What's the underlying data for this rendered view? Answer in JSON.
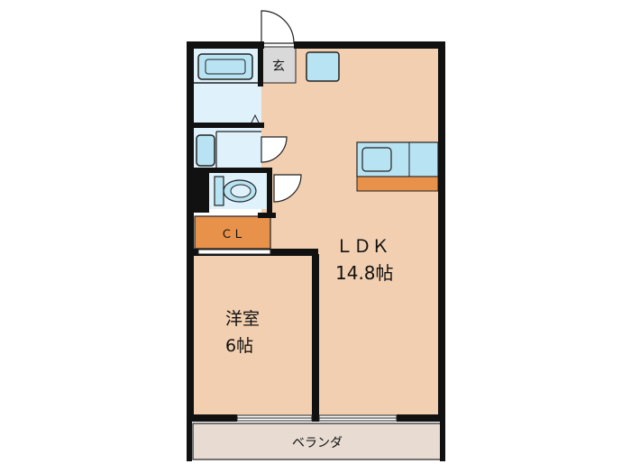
{
  "rooms": {
    "ldk": {
      "name": "ＬＤＫ",
      "size": "14.8帖"
    },
    "western": {
      "name": "洋室",
      "size": "6帖"
    },
    "closet": {
      "name": "ＣＬ"
    },
    "entrance": {
      "name": "玄"
    },
    "balcony": {
      "name": "ベランダ"
    }
  },
  "colors": {
    "floor": "#f2cfb0",
    "wet_area": "#dff1fb",
    "fixture": "#b8e3f2",
    "closet": "#e8914a",
    "counter": "#e8914a",
    "entrance": "#d9d9d9",
    "balcony": "#e8dbd2",
    "wall": "#111111"
  }
}
